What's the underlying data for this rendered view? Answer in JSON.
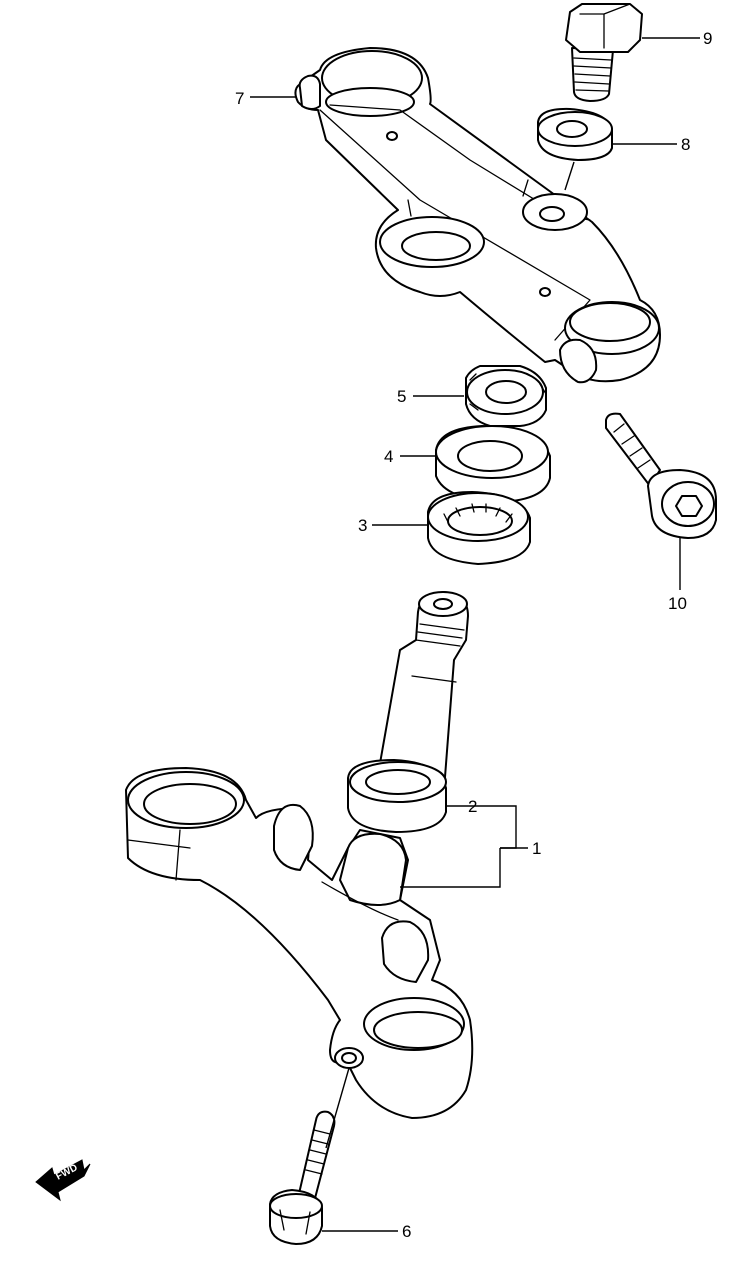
{
  "diagram": {
    "direction_arrow": {
      "label": "FWD"
    },
    "callouts": [
      {
        "id": "1",
        "label": "1"
      },
      {
        "id": "2",
        "label": "2"
      },
      {
        "id": "3",
        "label": "3"
      },
      {
        "id": "4",
        "label": "4"
      },
      {
        "id": "5",
        "label": "5"
      },
      {
        "id": "6",
        "label": "6"
      },
      {
        "id": "7",
        "label": "7"
      },
      {
        "id": "8",
        "label": "8"
      },
      {
        "id": "9",
        "label": "9"
      },
      {
        "id": "10",
        "label": "10"
      }
    ]
  },
  "colors": {
    "line": "#000000",
    "background": "#ffffff"
  }
}
